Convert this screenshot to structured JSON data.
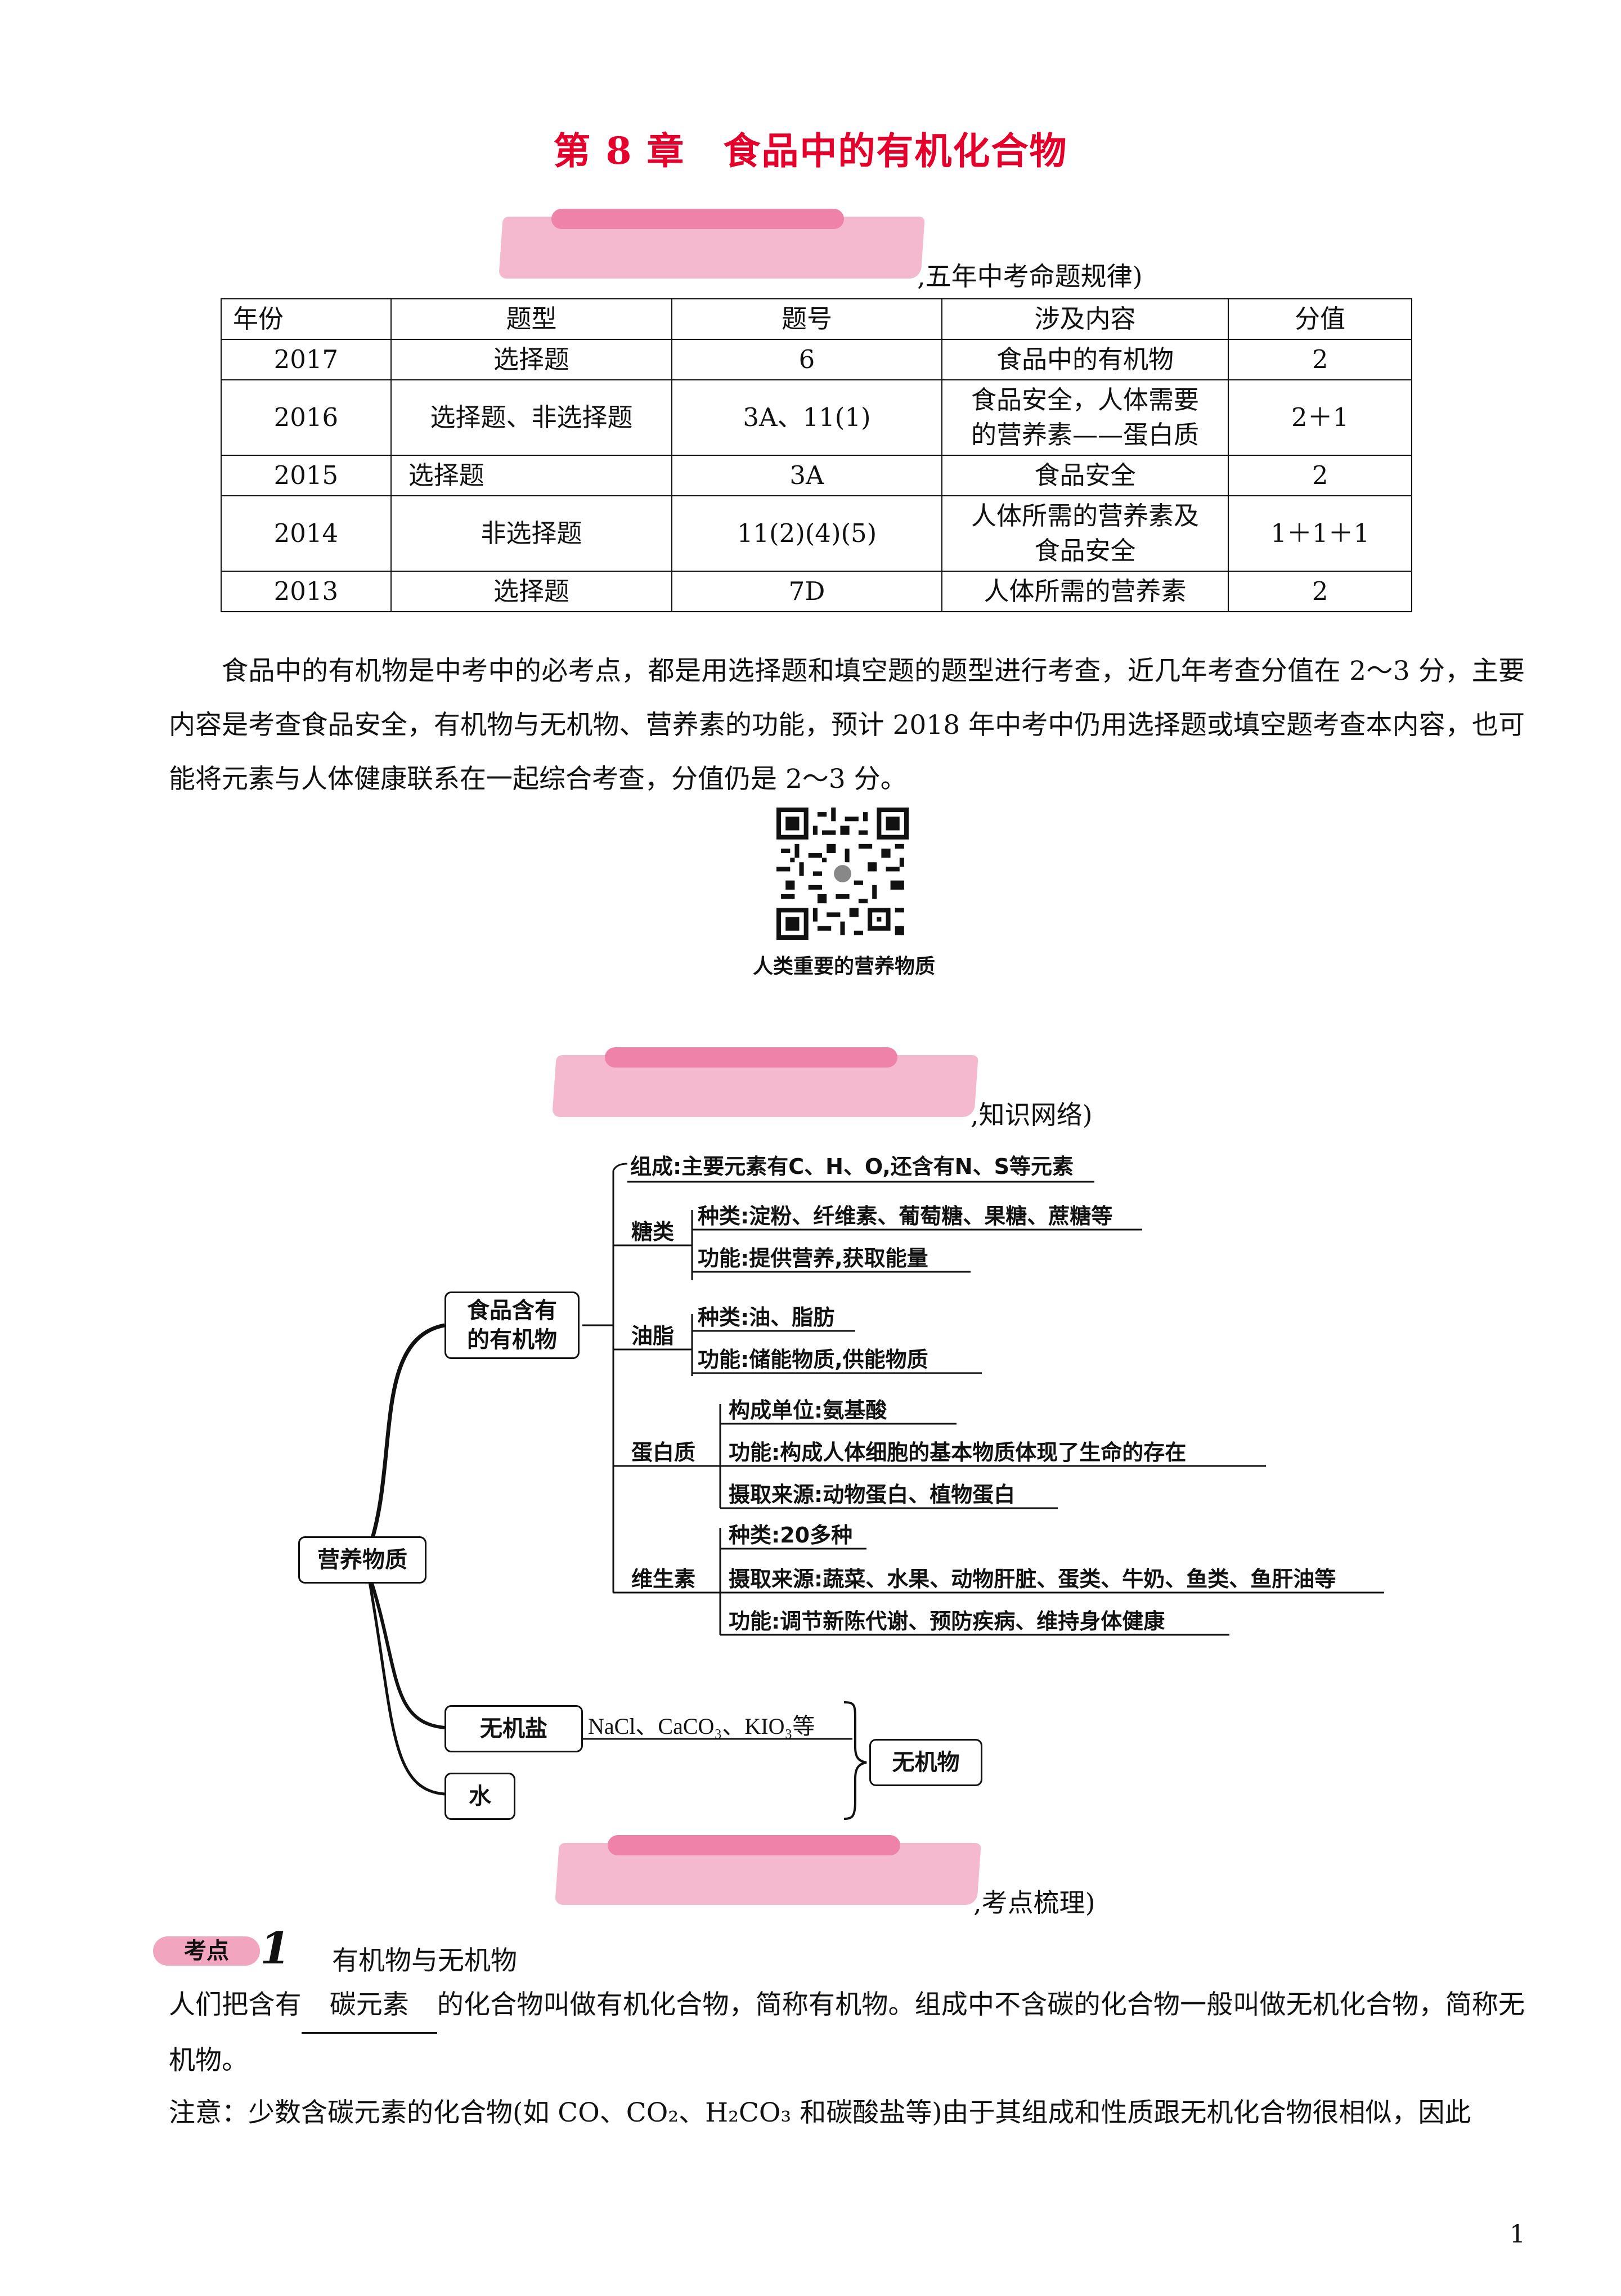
{
  "title": "第 8 章　食品中的有机化合物",
  "sections": {
    "rule": ",五年中考命题规律)",
    "network": ",知识网络)",
    "points": ",考点梳理)"
  },
  "table": {
    "headers": [
      "年份",
      "题型",
      "题号",
      "涉及内容",
      "分值"
    ],
    "rows": [
      [
        "2017",
        "选择题",
        "6",
        "食品中的有机物",
        "2"
      ],
      [
        "2016",
        "选择题、非选择题",
        "3A、11(1)",
        "食品安全，人体需要的营养素——蛋白质",
        "2＋1"
      ],
      [
        "2015",
        "选择题",
        "3A",
        "食品安全",
        "2"
      ],
      [
        "2014",
        "非选择题",
        "11(2)(4)(5)",
        "人体所需的营养素及食品安全",
        "1＋1＋1"
      ],
      [
        "2013",
        "选择题",
        "7D",
        "人体所需的营养素",
        "2"
      ]
    ]
  },
  "intro_paragraph": "食品中的有机物是中考中的必考点，都是用选择题和填空题的题型进行考查，近几年考查分值在 2～3 分，主要内容是考查食品安全，有机物与无机物、营养素的功能，预计 2018 年中考中仍用选择题或填空题考查本内容，也可能将元素与人体健康联系在一起综合考查，分值仍是 2～3 分。",
  "qr_caption": "人类重要的营养物质",
  "mindmap": {
    "root": "营养物质",
    "organic": "食品含有的有机物",
    "composition": "组成:主要元素有C、H、O,还含有N、S等元素",
    "sugar": {
      "label": "糖类",
      "kinds": "种类:淀粉、纤维素、葡萄糖、果糖、蔗糖等",
      "func": "功能:提供营养,获取能量"
    },
    "fat": {
      "label": "油脂",
      "kinds": "种类:油、脂肪",
      "func": "功能:储能物质,供能物质"
    },
    "protein": {
      "label": "蛋白质",
      "unit": "构成单位:氨基酸",
      "func": "功能:构成人体细胞的基本物质体现了生命的存在",
      "source": "摄取来源:动物蛋白、植物蛋白"
    },
    "vitamin": {
      "label": "维生素",
      "kinds": "种类:20多种",
      "source": "摄取来源:蔬菜、水果、动物肝脏、蛋类、牛奶、鱼类、鱼肝油等",
      "func": "功能:调节新陈代谢、预防疾病、维持身体健康"
    },
    "salt": "无机盐",
    "salt_examples": "NaCl、CaCO₃、KIO₃等",
    "water": "水",
    "inorganic": "无机物"
  },
  "kaodian": {
    "tag": "考点",
    "num": "1",
    "heading": "有机物与无机物",
    "p1_before": "人们把含有",
    "p1_blank": "碳元素",
    "p1_after": "的化合物叫做有机化合物，简称有机物。组成中不含碳的化合物一般叫做无机化合物，简称无机物。",
    "p2": "注意：少数含碳元素的化合物(如 CO、CO₂、H₂CO₃ 和碳酸盐等)由于其组成和性质跟无机化合物很相似，因此"
  },
  "page_number": "1"
}
